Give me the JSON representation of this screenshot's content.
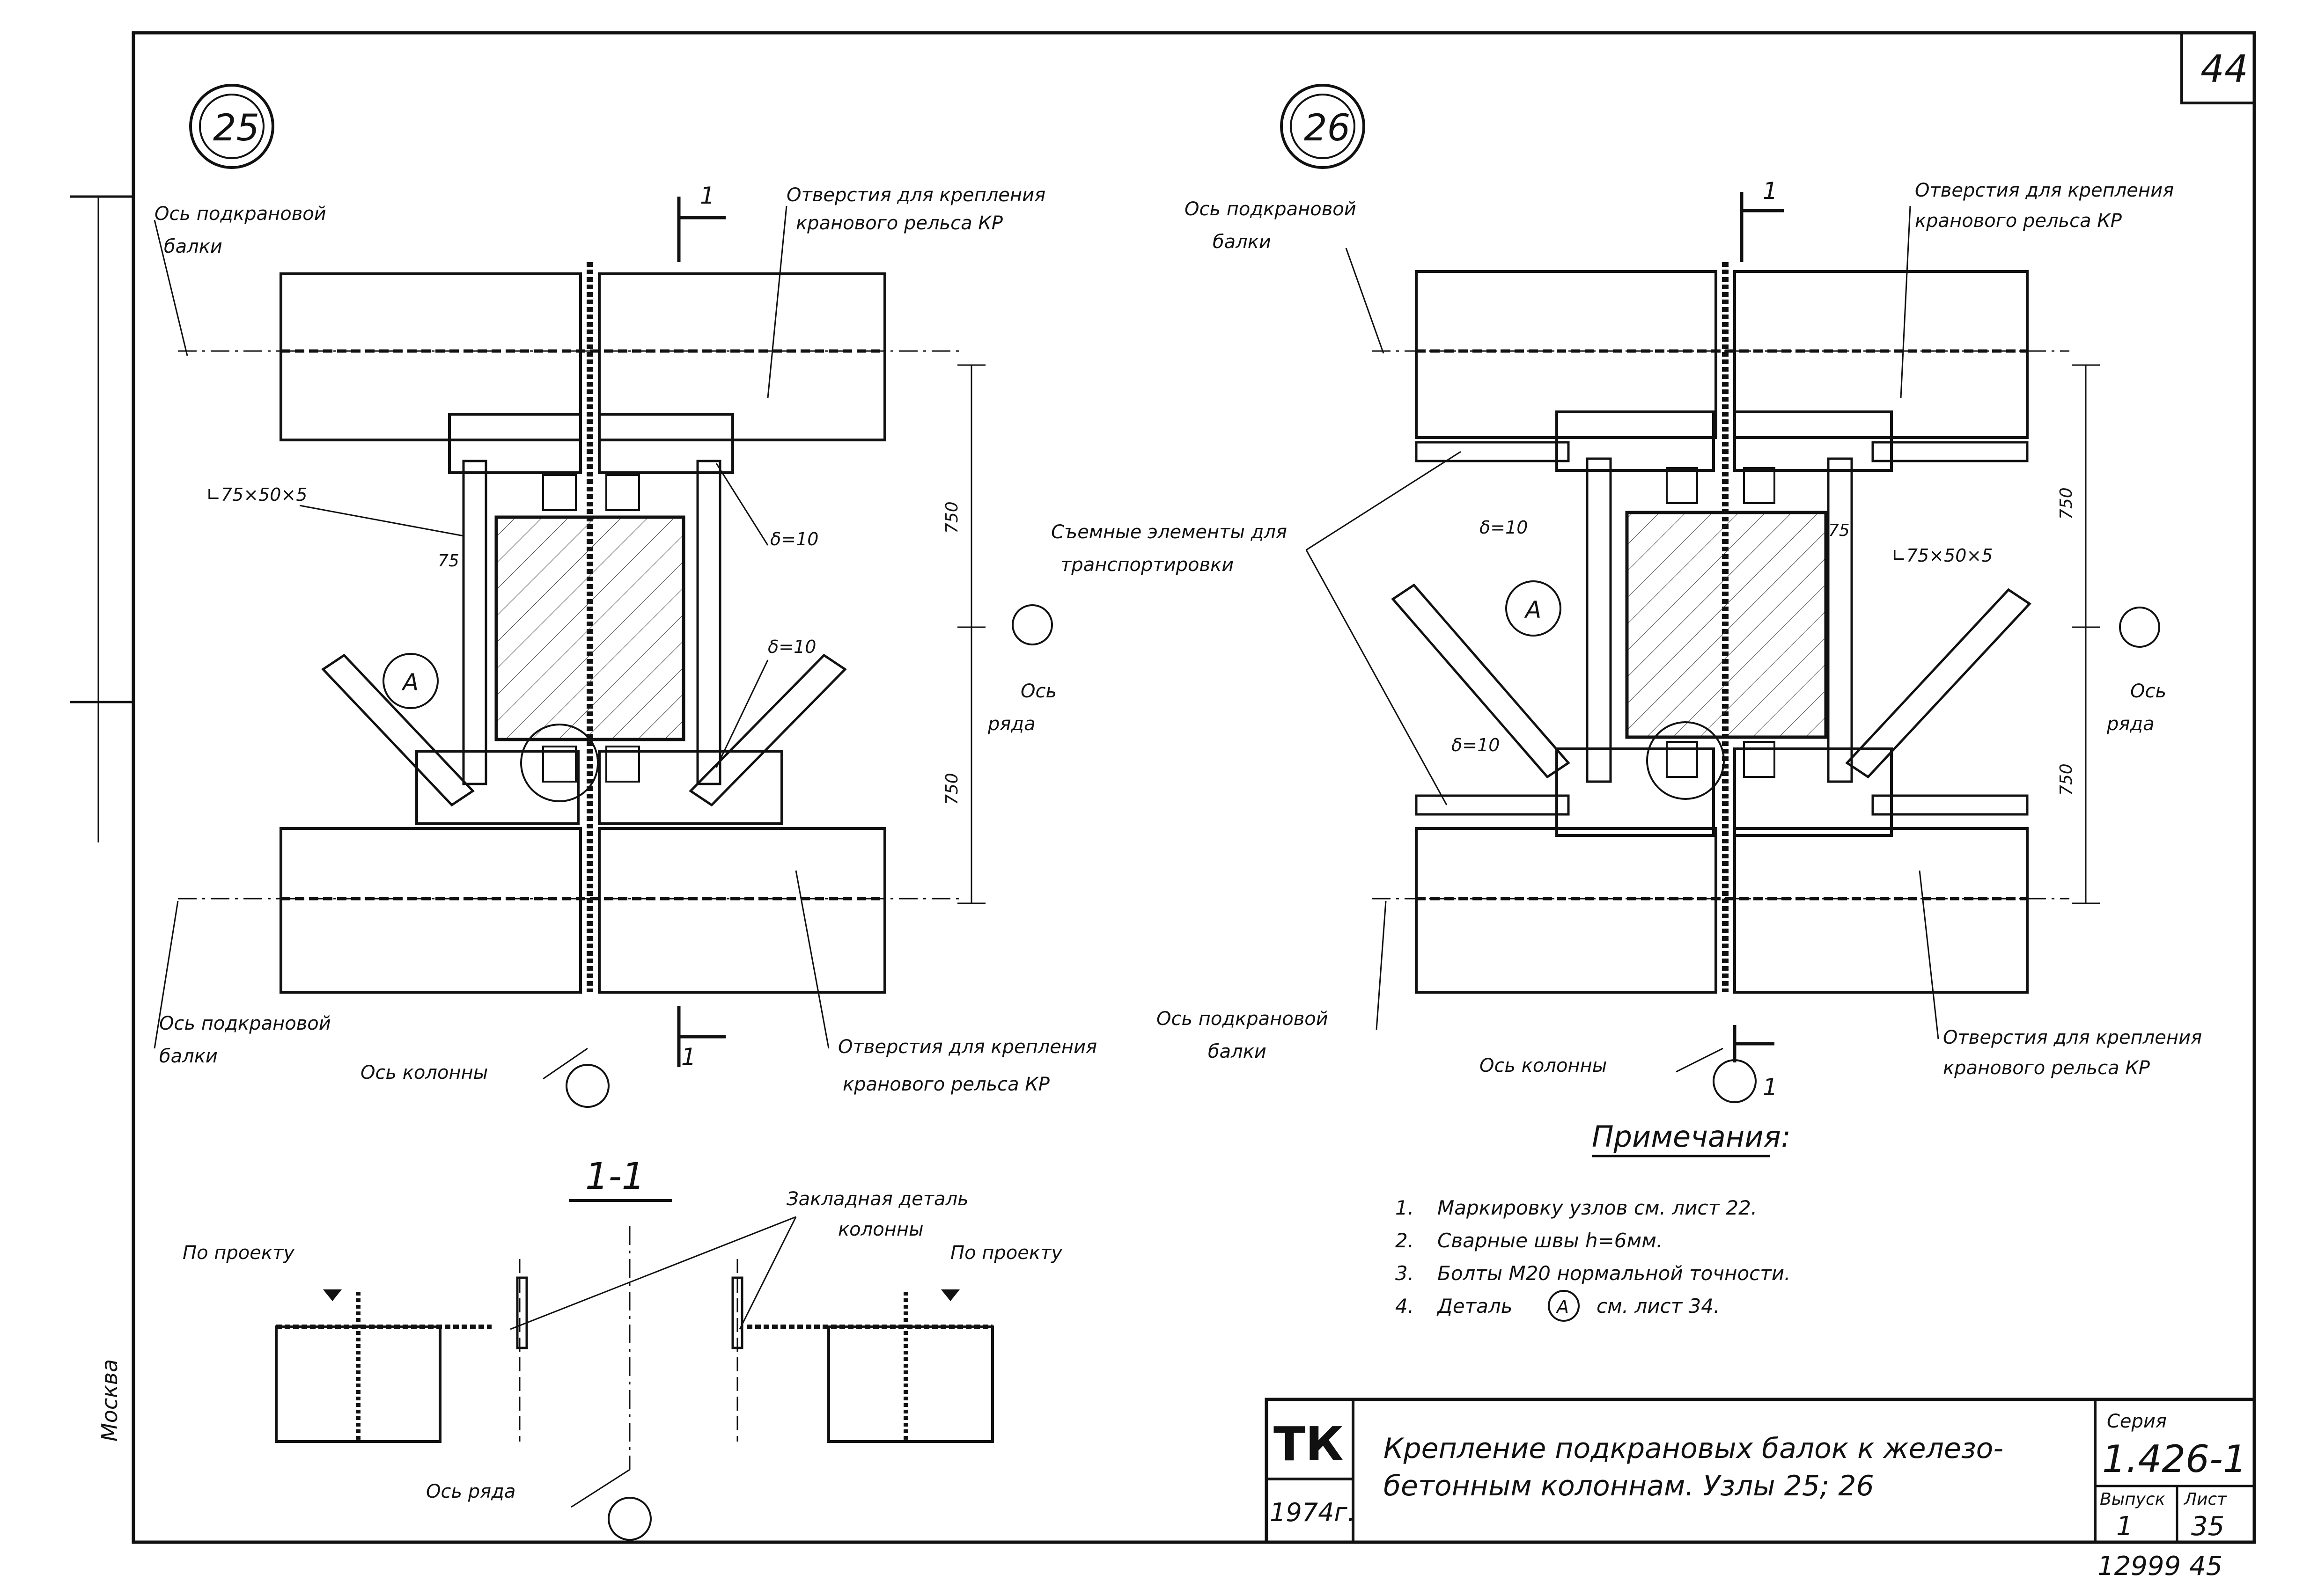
{
  "sheet_number": "44",
  "node_25": {
    "label": "25",
    "axis_beam_top": [
      "Ось подкрановой",
      "балки"
    ],
    "axis_beam_bottom": [
      "Ось подкрановой",
      "балки"
    ],
    "holes_top": [
      "Отверстия для крепления",
      "кранового рельса КР"
    ],
    "holes_bottom": [
      "Отверстия для крепления",
      "кранового рельса КР"
    ],
    "angle": "∟75×50×5",
    "dim_75": "75",
    "plate_1": "δ=10",
    "plate_2": "δ=10",
    "detail": "А",
    "axis_row": [
      "Ось",
      "ряда"
    ],
    "axis_column": "Ось колонны",
    "dim_upper": "750",
    "dim_lower": "750",
    "section_mark": "1"
  },
  "node_26": {
    "label": "26",
    "axis_beam_top": [
      "Ось подкрановой",
      "балки"
    ],
    "axis_beam_bottom": [
      "Ось подкрановой",
      "балки"
    ],
    "holes_top": [
      "Отверстия для крепления",
      "кранового рельса КР"
    ],
    "holes_bottom": [
      "Отверстия для крепления",
      "кранового рельса КР"
    ],
    "removable": [
      "Съемные элементы для",
      "транспортировки"
    ],
    "angle": "∟75×50×5",
    "dim_75": "75",
    "plate_1": "δ=10",
    "plate_2": "δ=10",
    "detail": "А",
    "axis_row": [
      "Ось",
      "ряда"
    ],
    "axis_column": "Ось колонны",
    "dim_upper": "750",
    "dim_lower": "750",
    "section_mark": "1"
  },
  "section": {
    "title": "1-1",
    "embedded": [
      "Закладная деталь",
      "колонны"
    ],
    "by_project_left": "По проекту",
    "by_project_right": "По проекту",
    "axis_row": "Ось ряда"
  },
  "notes": {
    "title": "Примечания:",
    "items": [
      {
        "n": "1.",
        "text": "Маркировку узлов см. лист 22."
      },
      {
        "n": "2.",
        "text": "Сварные швы h=6мм."
      },
      {
        "n": "3.",
        "text": "Болты М20 нормальной точности."
      },
      {
        "n": "4.",
        "text": "Деталь",
        "circle": "А",
        "tail": "см. лист 34."
      }
    ]
  },
  "title_block": {
    "org": "ТК",
    "year": "1974г.",
    "title_line1": "Крепление подкрановых балок к железо-",
    "title_line2": "бетонным колоннам. Узлы 25; 26",
    "series_label": "Серия",
    "series": "1.426-1",
    "issue_label": "Выпуск",
    "issue": "1",
    "sheet_label": "Лист",
    "sheet": "35"
  },
  "footer_number": "12999 45",
  "margin_text": "Москва"
}
